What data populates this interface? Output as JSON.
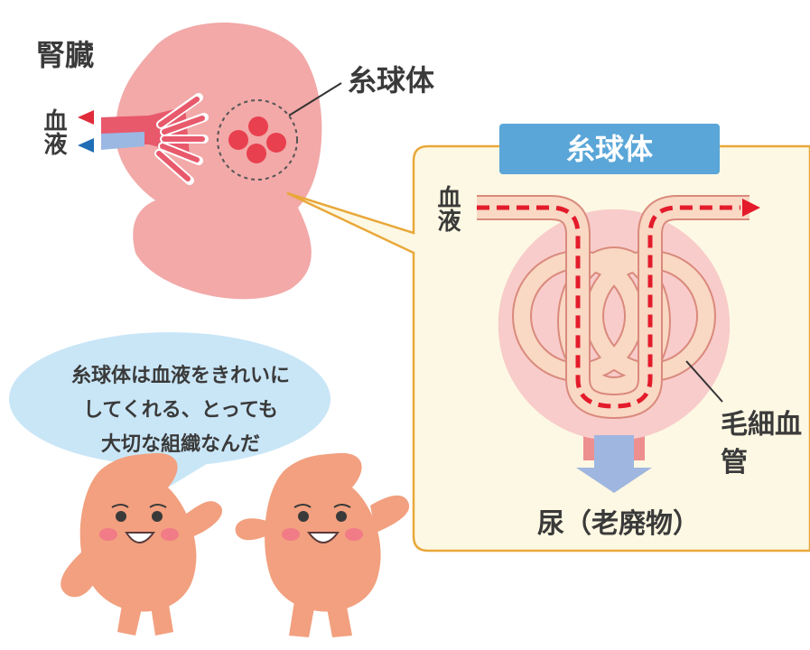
{
  "labels": {
    "kidney": "腎臓",
    "blood_left": "血液",
    "glomerulus": "糸球体",
    "zoom_title": "糸球体",
    "blood_right": "血液",
    "capillary": "毛細血管",
    "urine": "尿（老廃物）"
  },
  "speech_bubble": {
    "lines": [
      "糸球体は血液をきれいに",
      "してくれる、とっても",
      "大切な組織なんだ"
    ]
  },
  "colors": {
    "kidney": "#f2a9a8",
    "arteriole": "#e8596c",
    "venule": "#9bb8e3",
    "glomerulus_dot": "#e8404f",
    "panel_bg": "#fdf8e3",
    "panel_border": "#e9a83a",
    "title_box": "#5aa6d8",
    "capsule": "#ee8f8f",
    "capsule_inner": "#f8cccb",
    "capillary": "#f9d8c4",
    "flow_dash": "#e31b2b",
    "urine_arrow": "#9fb6e0",
    "speech_bubble": "#c9e6f7",
    "character": "#f2a07f",
    "cheek": "#f06f88"
  },
  "icons": [
    "red-arrow-icon",
    "blue-arrow-icon",
    "flow-arrow-icon",
    "down-arrow-icon"
  ]
}
